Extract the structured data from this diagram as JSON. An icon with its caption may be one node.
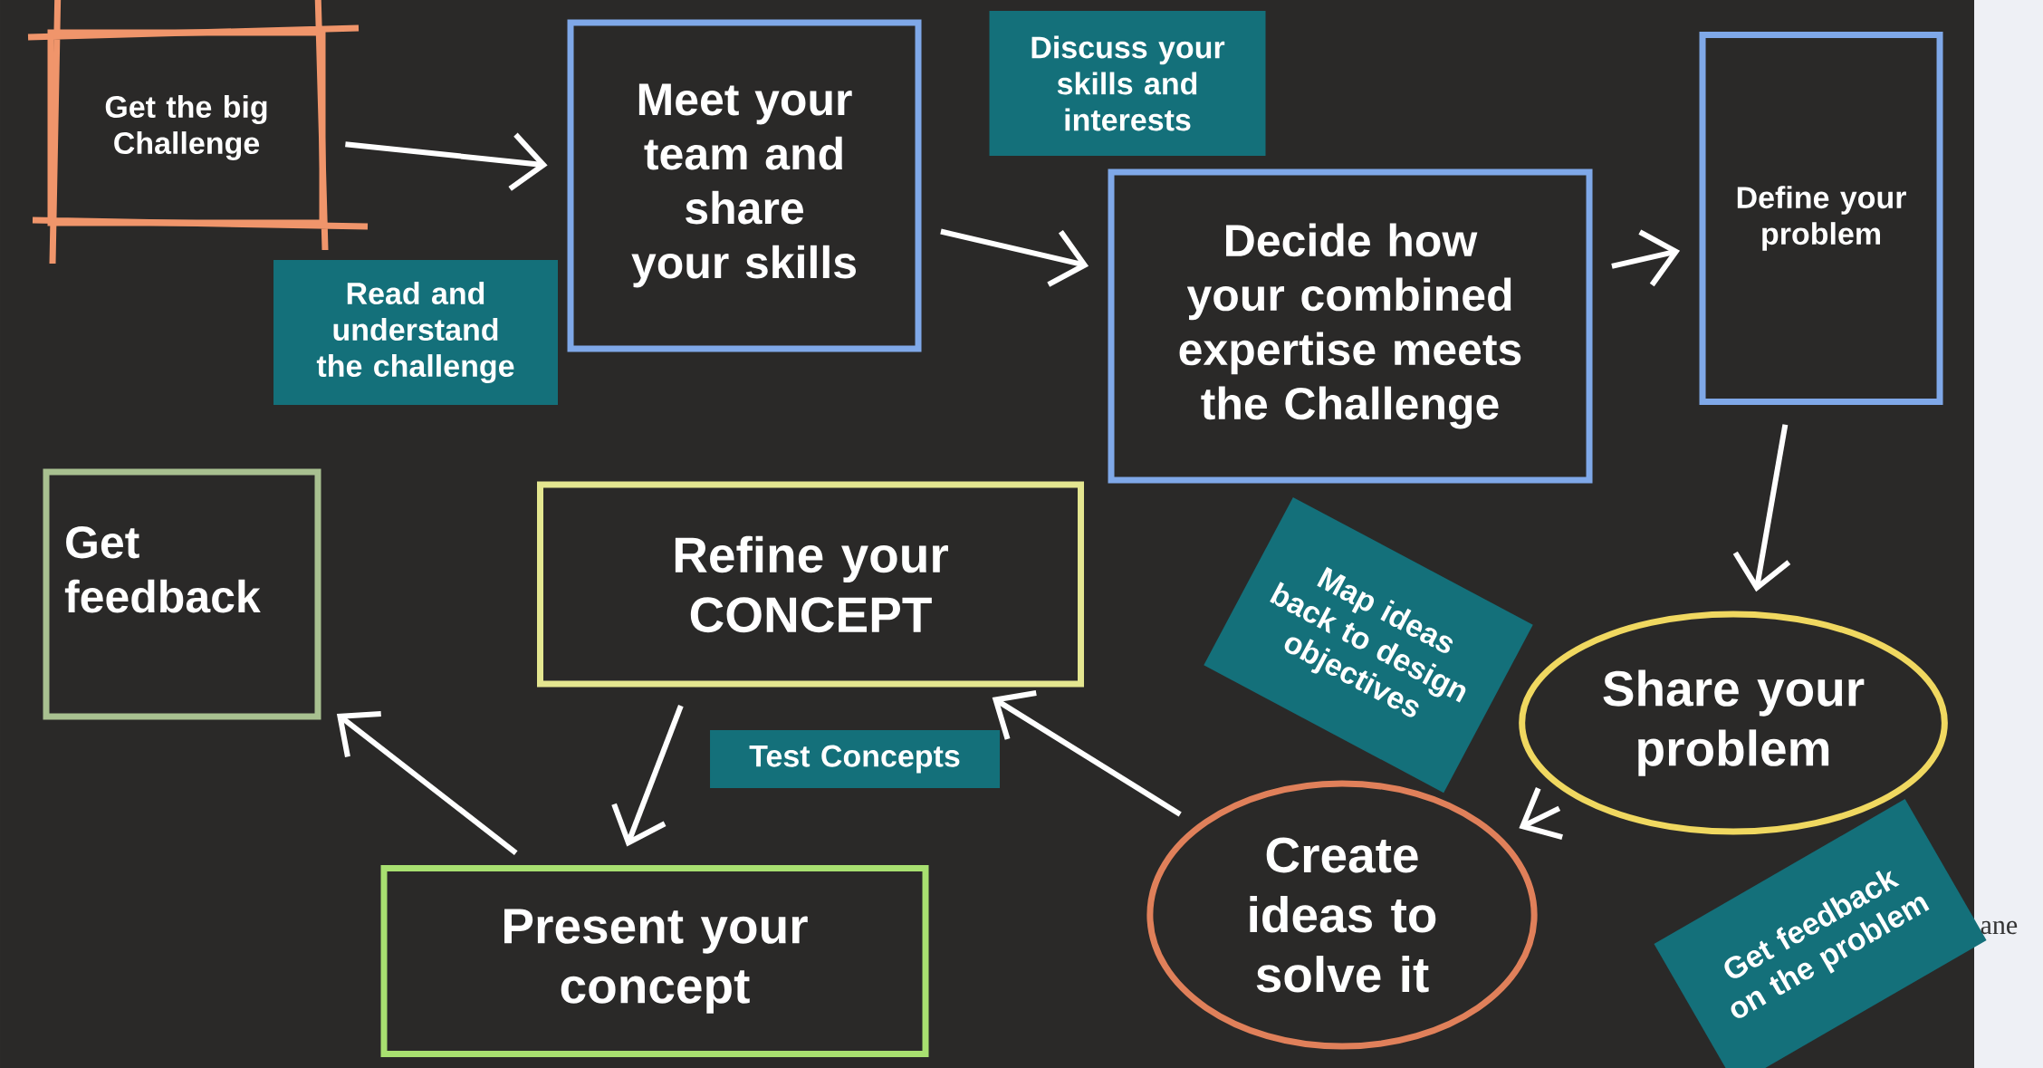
{
  "diagram": {
    "nodes": [
      {
        "text": [
          "Get the big Challenge"
        ]
      },
      {
        "text": [
          "Meet your team and share your skills"
        ]
      },
      {
        "text": [
          "Discuss your skills and interests"
        ]
      },
      {
        "text": [
          "Read and understand the challenge"
        ]
      },
      {
        "text": [
          "Decide how your combined expertise meets the Challenge"
        ]
      },
      {
        "text": [
          "Define your problem"
        ]
      },
      {
        "text": [
          "Get feedback"
        ]
      },
      {
        "text": [
          "Refine your **CONCEPT**"
        ]
      },
      {
        "text": [
          "Map ideas back to design objectives"
        ]
      },
      {
        "text": [
          "Share your problem"
        ]
      },
      {
        "text": [
          "Test Concepts"
        ]
      },
      {
        "text": [
          "Present your concept"
        ]
      },
      {
        "text": [
          "Create ideas to solve it"
        ]
      },
      {
        "text": [
          "Get feedback on the problem"
        ]
      }
    ],
    "edges": [
      {
        "from": 0,
        "to": 1,
        "arrow": "to"
      },
      {
        "from": 1,
        "to": 4,
        "arrow": "to"
      },
      {
        "from": 4,
        "to": 5,
        "arrow": "to"
      },
      {
        "from": 5,
        "to": 9,
        "arrow": "to"
      },
      {
        "from": 9,
        "to": 12,
        "arrow": "to"
      },
      {
        "from": 12,
        "to": 7,
        "arrow": "to"
      },
      {
        "from": 7,
        "to": 11,
        "arrow": "to"
      },
      {
        "from": 11,
        "to": 6,
        "arrow": "to"
      }
    ],
    "labels": [
      "ane"
    ]
  }
}
